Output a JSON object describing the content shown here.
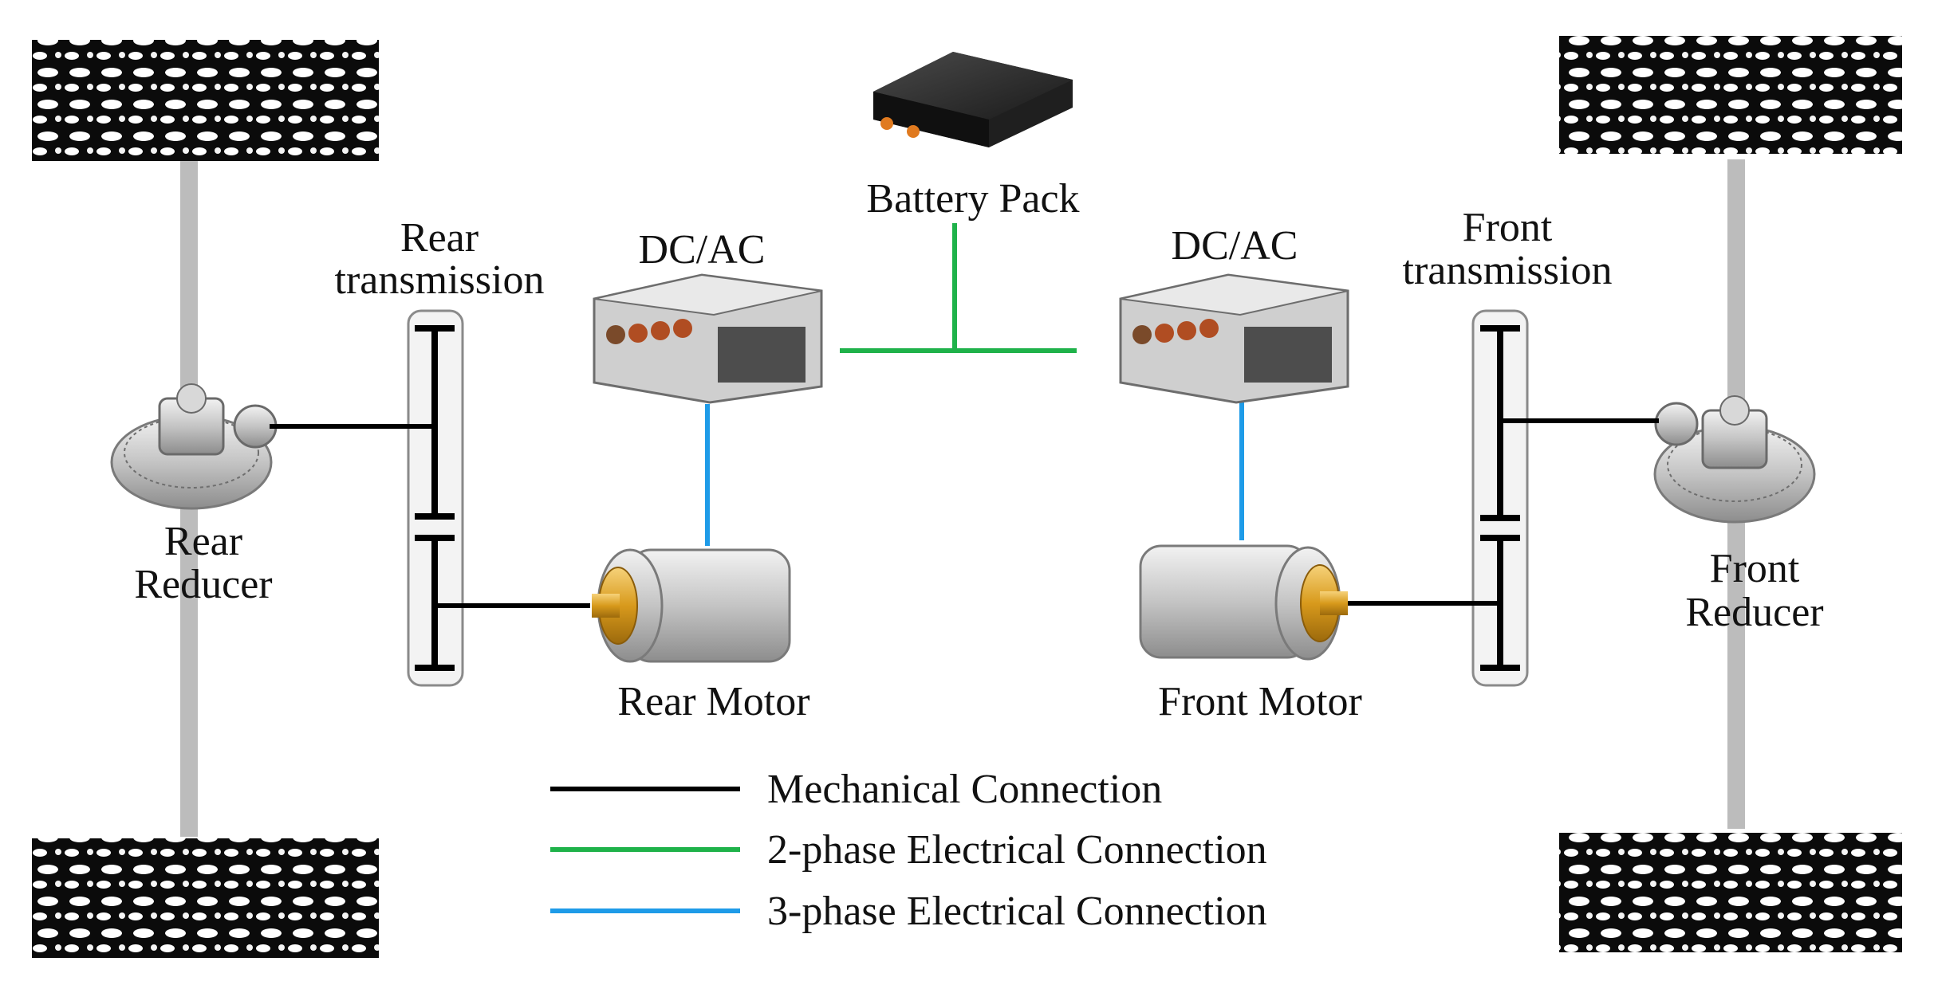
{
  "labels": {
    "battery_pack": "Battery Pack",
    "dcac_left": "DC/AC",
    "dcac_right": "DC/AC",
    "rear_transmission_l1": "Rear",
    "rear_transmission_l2": "transmission",
    "front_transmission_l1": "Front",
    "front_transmission_l2": "transmission",
    "rear_reducer_l1": "Rear",
    "rear_reducer_l2": "Reducer",
    "front_reducer_l1": "Front",
    "front_reducer_l2": "Reducer",
    "rear_motor": "Rear Motor",
    "front_motor": "Front Motor"
  },
  "legend": [
    {
      "label": "Mechanical Connection",
      "color": "#000000"
    },
    {
      "label": "2-phase Electrical Connection",
      "color": "#1fb24a"
    },
    {
      "label": "3-phase Electrical Connection",
      "color": "#1e9be8"
    }
  ],
  "colors": {
    "mechanical": "#000000",
    "two_phase": "#1fb24a",
    "three_phase": "#1e9be8",
    "axle": "#bdbdbd"
  }
}
